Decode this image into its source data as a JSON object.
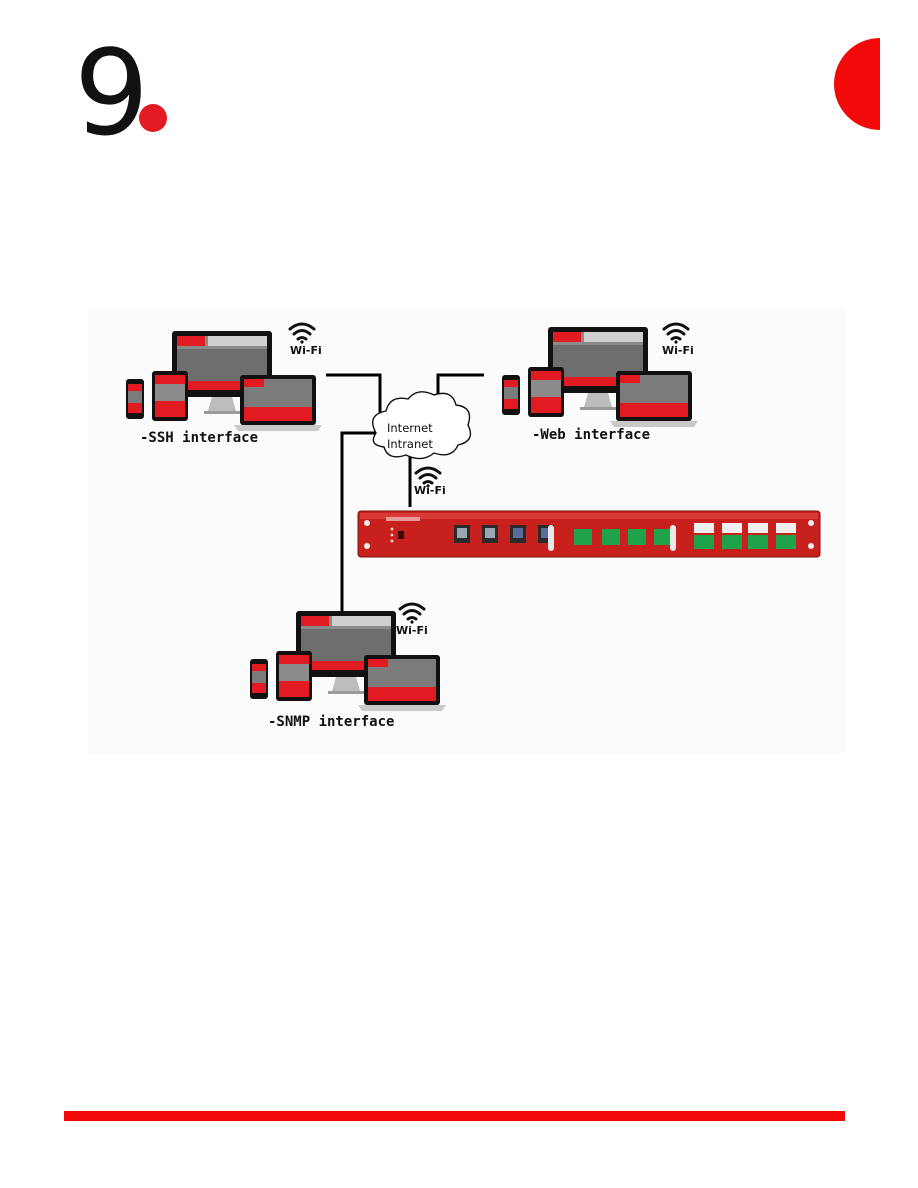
{
  "logo": {
    "numeral": "9",
    "accent_color": "#e21b23"
  },
  "brand_color": "#f20a0a",
  "diagram": {
    "clients": [
      {
        "label": "-SSH interface",
        "wifi": "Wi-Fi"
      },
      {
        "label": "-Web interface",
        "wifi": "Wi-Fi"
      },
      {
        "label": "-SNMP interface",
        "wifi": "Wi-Fi"
      }
    ],
    "network": {
      "line1": "Internet",
      "line2": "Intranet"
    },
    "device": {
      "wifi": "Wi-Fi"
    }
  }
}
